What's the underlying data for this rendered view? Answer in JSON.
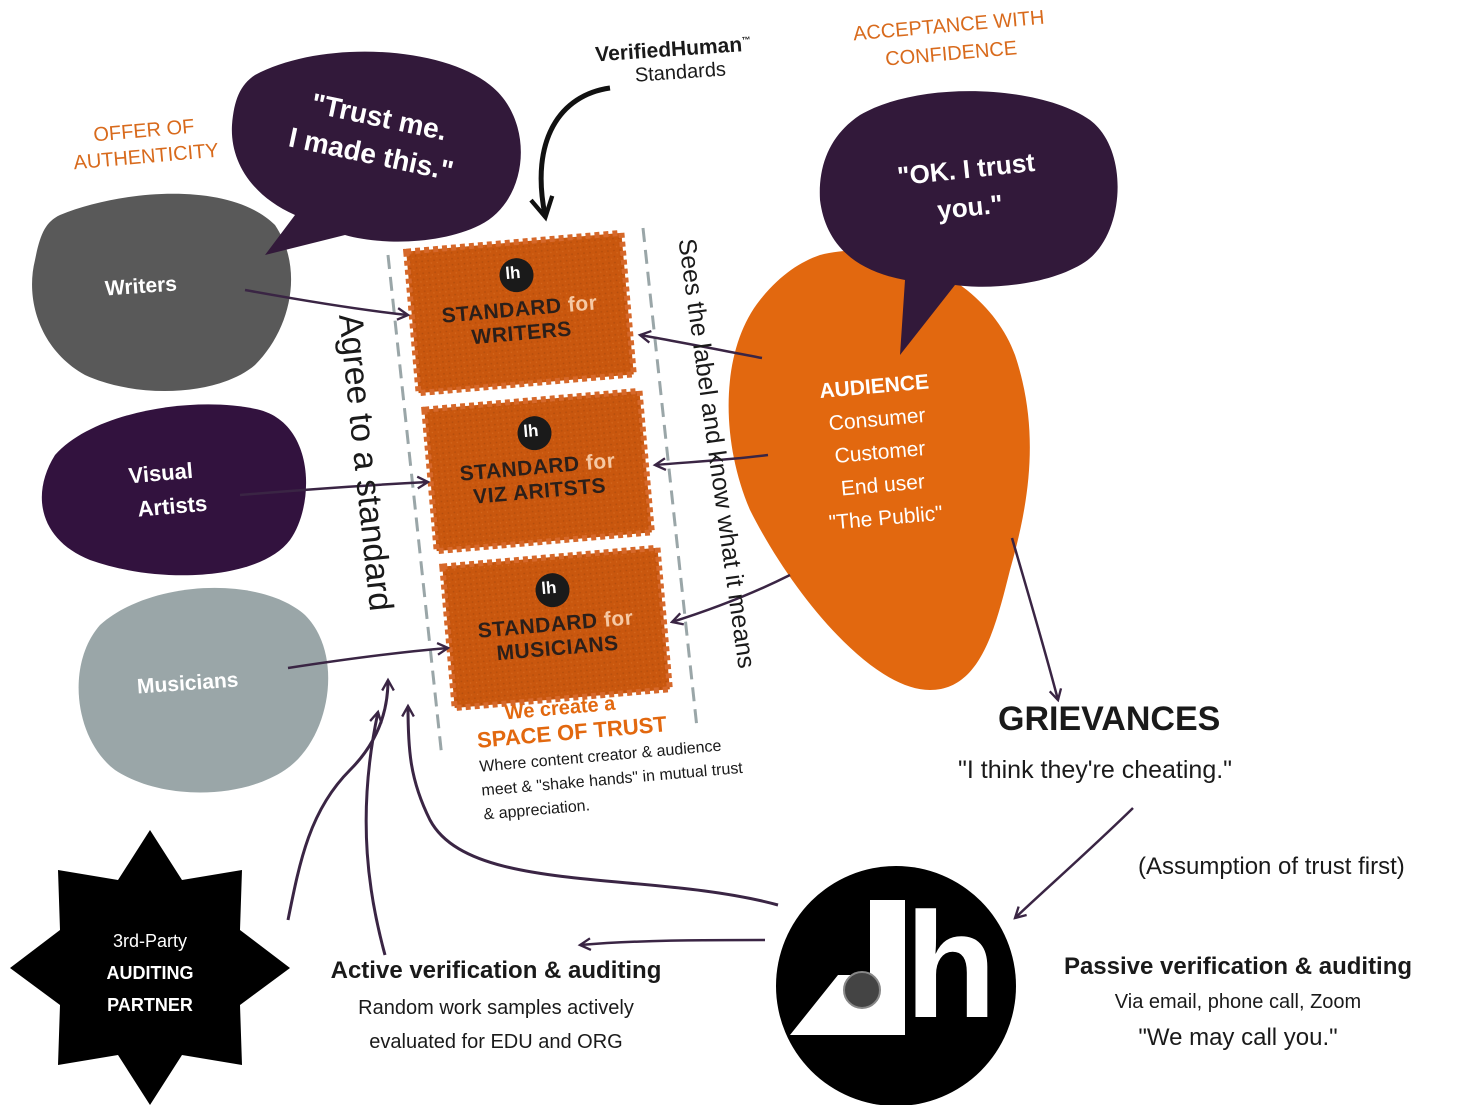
{
  "labels": {
    "offer": [
      "OFFER OF",
      "AUTHENTICITY"
    ],
    "acceptance": [
      "ACCEPTANCE WITH",
      "CONFIDENCE"
    ],
    "verified_brand": "VerifiedHuman",
    "verified_tm": "™",
    "verified_sub": "Standards"
  },
  "speech": {
    "creator": [
      "\"Trust me.",
      "I made this.\""
    ],
    "audience": [
      "\"OK. I trust",
      "you.\""
    ]
  },
  "creators": [
    {
      "name": "Writers",
      "color": "#595959"
    },
    {
      "name_lines": [
        "Visual",
        "Artists"
      ],
      "color": "#32123e"
    },
    {
      "name": "Musicians",
      "color": "#9aa6a8"
    }
  ],
  "agree_text": "Agree to a standard",
  "sees_text": "Sees the label and know what it means",
  "stamps": [
    {
      "line1_a": "STANDARD",
      "line1_b": "for",
      "line2": "WRITERS"
    },
    {
      "line1_a": "STANDARD",
      "line1_b": "for",
      "line2": "VIZ ARITSTS"
    },
    {
      "line1_a": "STANDARD",
      "line1_b": "for",
      "line2": "MUSICIANS"
    }
  ],
  "stamp_logo": "lh",
  "audience": {
    "title": "AUDIENCE",
    "items": [
      "Consumer",
      "Customer",
      "End user",
      "\"The Public\""
    ]
  },
  "space": {
    "line1": "We create a",
    "line2": "SPACE OF TRUST",
    "desc": [
      "Where content creator & audience",
      "meet & \"shake hands\" in mutual trust",
      "& appreciation."
    ]
  },
  "grievances": {
    "title": "GRIEVANCES",
    "quote": "\"I think they're cheating.\""
  },
  "assumption": "(Assumption of trust first)",
  "auditor": {
    "line1": "3rd-Party",
    "line2": "AUDITING",
    "line3": "PARTNER"
  },
  "active": {
    "title": "Active verification & auditing",
    "desc": [
      "Random work samples actively",
      "evaluated for EDU and ORG"
    ]
  },
  "passive": {
    "title": "Passive verification & auditing",
    "desc": "Via email, phone call, Zoom",
    "quote": "\"We may call you.\""
  },
  "logo_glyph": "h",
  "colors": {
    "orange": "#e2680f",
    "stamp": "#c9570e",
    "dark_purple": "#321a33",
    "deep_purple": "#32123e",
    "gray": "#595959",
    "light_gray": "#9aa6a8",
    "arrow": "#3a2544",
    "label_orange": "#d86a1c"
  }
}
